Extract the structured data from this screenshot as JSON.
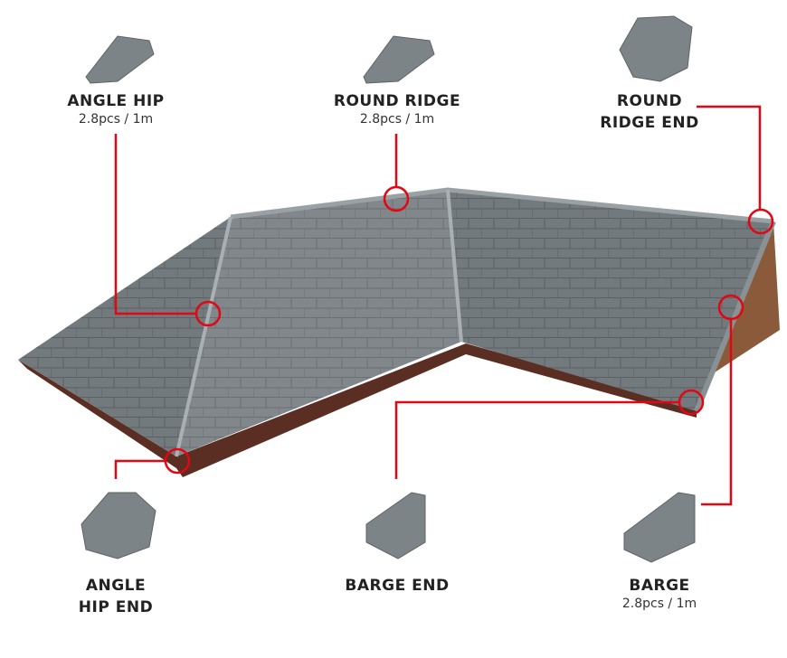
{
  "colors": {
    "accent": "#e30613",
    "tile": "#6f7679",
    "tile_light": "#8a9194",
    "fascia": "#5a2e22",
    "brick": "#8a5a3a"
  },
  "labels": {
    "angle_hip": {
      "title": "ANGLE HIP",
      "sub": "2.8pcs / 1m"
    },
    "round_ridge": {
      "title": "ROUND RIDGE",
      "sub": "2.8pcs / 1m"
    },
    "round_ridge_end": {
      "title1": "ROUND",
      "title2": "RIDGE END"
    },
    "angle_hip_end": {
      "title1": "ANGLE",
      "title2": "HIP END"
    },
    "barge_end": {
      "title": "BARGE END"
    },
    "barge": {
      "title": "BARGE",
      "sub": "2.8pcs / 1m"
    }
  }
}
